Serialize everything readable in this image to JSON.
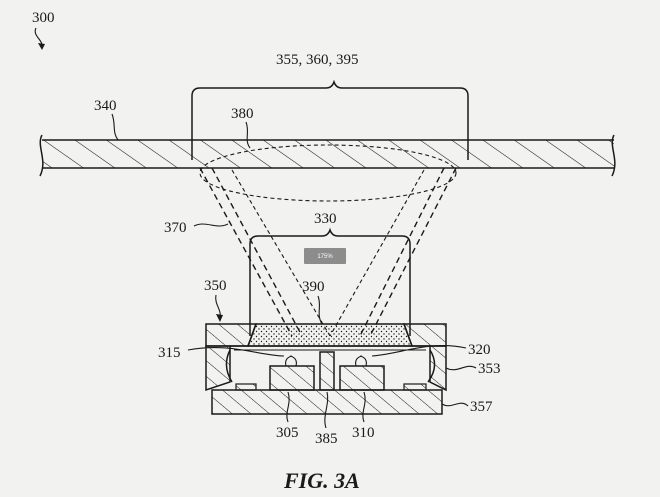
{
  "figure": {
    "ref_main": "300",
    "caption": "FIG. 3A",
    "zoom_badge": "175%"
  },
  "labels": {
    "top_bracket": "355, 360, 395",
    "cover": "340",
    "ellipse": "380",
    "cone": "370",
    "inner_bracket": "330",
    "lens": "390",
    "frame": "350",
    "left_cavity": "315",
    "right_cavity": "320",
    "side_wall": "353",
    "substrate": "357",
    "emitter": "305",
    "divider": "385",
    "detector": "310"
  },
  "colors": {
    "ink": "#1a1a1a",
    "paper": "#f2f2f0",
    "badge": "#8c8c8c"
  }
}
